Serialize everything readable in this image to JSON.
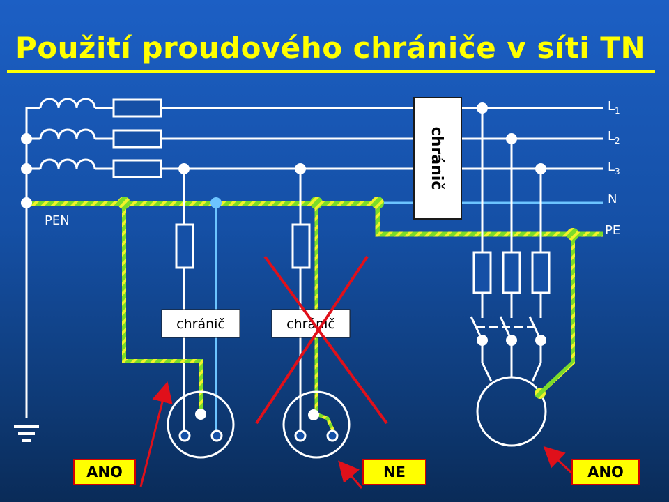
{
  "title": "Použití proudového chrániče v síti TN",
  "lines": {
    "l1": {
      "main": "L",
      "sub": "1"
    },
    "l2": {
      "main": "L",
      "sub": "2"
    },
    "l3": {
      "main": "L",
      "sub": "3"
    },
    "n": "N",
    "pe": "PE",
    "pen": "PEN"
  },
  "devices": {
    "main_rcd": "chránič",
    "rcd_left": "chránič",
    "rcd_middle": "chránič"
  },
  "verdicts": {
    "left": "ANO",
    "middle": "NE",
    "right": "ANO"
  },
  "colors": {
    "background": "#1550a6",
    "title": "#ffff00",
    "wire": "#ffffff",
    "neutral": "#6cc4ff",
    "protective": "#7bdc2a",
    "cross": "#e0101a",
    "arrow": "#e0101a",
    "tag_fill": "#ffff00",
    "tag_border": "#d40000"
  }
}
